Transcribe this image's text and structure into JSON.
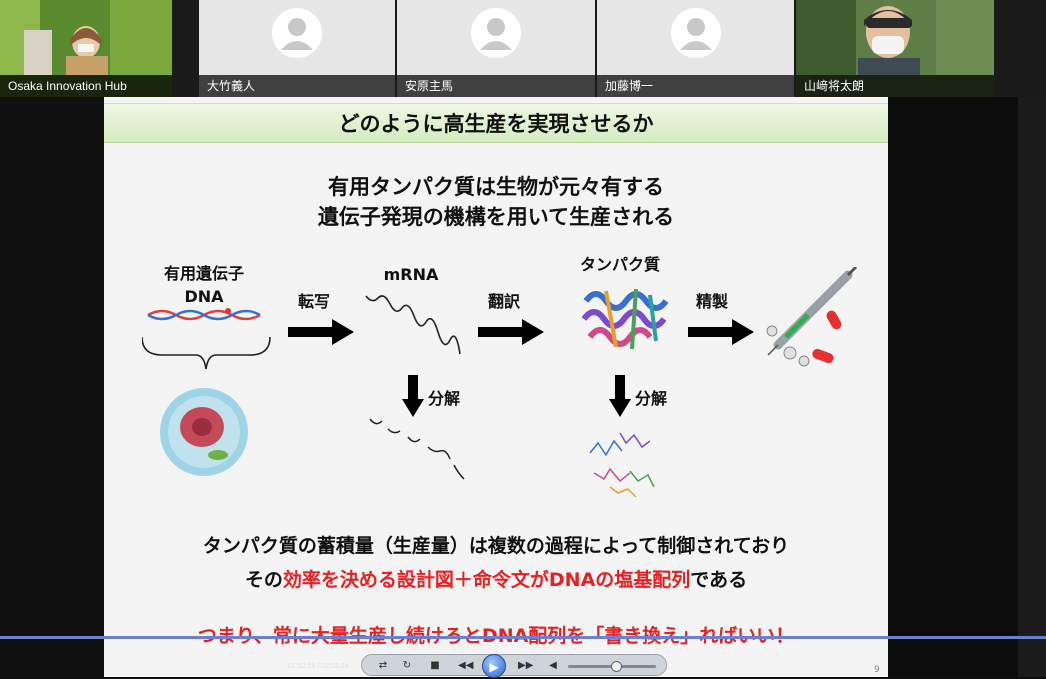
{
  "participants": [
    {
      "name": "Osaka Innovation Hub",
      "video": true
    },
    {
      "name": "大竹義人",
      "video": false
    },
    {
      "name": "安原主馬",
      "video": false
    },
    {
      "name": "加藤博一",
      "video": false
    },
    {
      "name": "山﨑将太朗",
      "video": true
    }
  ],
  "slide": {
    "title": "どのように高生産を実現させるか",
    "intro_line1": "有用タンパク質は生物が元々有する",
    "intro_line2": "遺伝子発現の機構を用いて生産される",
    "gene_label1": "有用遺伝子",
    "gene_label2": "DNA",
    "transcription": "転写",
    "mrna": "mRNA",
    "translation": "翻訳",
    "protein": "タンパク質",
    "purification": "精製",
    "degradation": "分解",
    "summary_line1": "タンパク質の蓄積量（生産量）は複数の過程によって制御されており",
    "summary_line2_pre": "その",
    "summary_line2_red": "効率を決める設計図＋命令文がDNAの塩基配列",
    "summary_line2_post": "である",
    "conclusion": "つまり、常に大量生産し続けろとDNA配列を「書き換え」ればいい！",
    "page_number": "9"
  },
  "player": {
    "time": "01:52:16 / 02:03:24",
    "volume_level": 0.55,
    "colors": {
      "progress": "#6a7fd8",
      "play": "#2d63c8",
      "accent_red": "#e82020",
      "title_green": "#d4ebbf"
    }
  }
}
